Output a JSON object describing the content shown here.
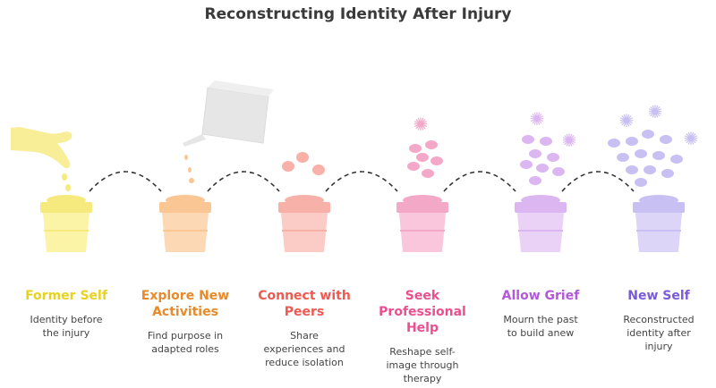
{
  "title": "Reconstructing Identity After Injury",
  "stages": [
    {
      "heading": "Former Self",
      "desc": "Identity before the injury",
      "color": "#e8d21e",
      "pot": "#fbf3a6",
      "rim": "#f6ea7e"
    },
    {
      "heading": "Explore New Activities",
      "desc": "Find purpose in adapted roles",
      "color": "#e88a2a",
      "pot": "#fcd9b4",
      "rim": "#f9c694"
    },
    {
      "heading": "Connect with Peers",
      "desc": "Share experiences and reduce isolation",
      "color": "#ee5a52",
      "pot": "#fbcbc5",
      "rim": "#f7b1a9"
    },
    {
      "heading": "Seek Professional Help",
      "desc": "Reshape self-image through therapy",
      "color": "#e8508f",
      "pot": "#f9c6dc",
      "rim": "#f4a8c8"
    },
    {
      "heading": "Allow Grief",
      "desc": "Mourn the past to build anew",
      "color": "#b258d8",
      "pot": "#ead1f6",
      "rim": "#dcb6f0"
    },
    {
      "heading": "New Self",
      "desc": "Reconstructed identity after injury",
      "color": "#7a5ad8",
      "pot": "#dcd5f7",
      "rim": "#c8bff2"
    }
  ]
}
